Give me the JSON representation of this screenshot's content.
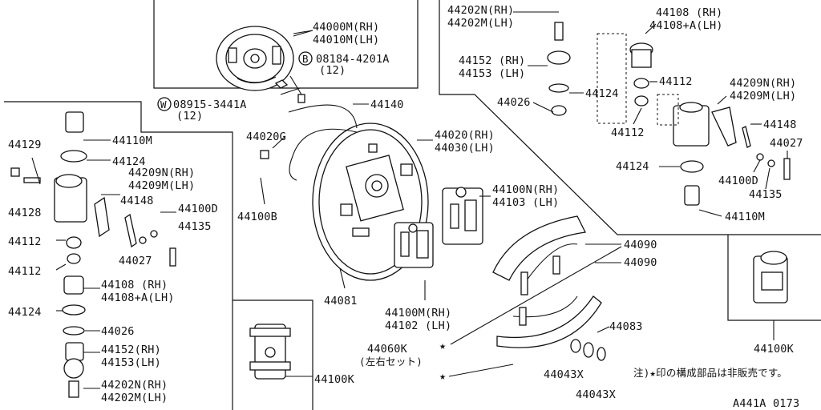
{
  "labels": {
    "p44000M": "44000M(RH)",
    "p44010M": "44010M(LH)",
    "p08184": "08184-4201A",
    "q12a": "(12)",
    "p08915": "08915-3441A",
    "q12b": "(12)",
    "circleB": "B",
    "circleW": "W",
    "p44140": "44140",
    "p44020G": "44020G",
    "p44020": "44020(RH)",
    "p44030": "44030(LH)",
    "p44100B": "44100B",
    "p44081": "44081",
    "p44100N": "44100N(RH)",
    "p44103": "44103 (LH)",
    "p44100M": "44100M(RH)",
    "p44102": "44102 (LH)",
    "p44090a": "44090",
    "p44090b": "44090",
    "p44083": "44083",
    "p44043a": "44043X",
    "p44043b": "44043X",
    "p44060K": "44060K",
    "kit_note": "(左右セット)",
    "star_a": "★",
    "star_b": "★",
    "footnote": "注)★印の構成部品は非販売です。",
    "p44100K_left": "44100K",
    "p44100K_right": "44100K",
    "diagram_code": "A441A 0173",
    "L44129": "44129",
    "L44128": "44128",
    "L44110M": "44110M",
    "L44124a": "44124",
    "L44209N": "44209N(RH)",
    "L44209M": "44209M(LH)",
    "L44148": "44148",
    "L44100D": "44100D",
    "L44135": "44135",
    "L44027": "44027",
    "L44112a": "44112",
    "L44112b": "44112",
    "L44108": "44108  (RH)",
    "L44108A": "44108+A(LH)",
    "L44124b": "44124",
    "L44026": "44026",
    "L44152": "44152(RH)",
    "L44153": "44153(LH)",
    "L44202N": "44202N(RH)",
    "L44202M": "44202M(LH)",
    "R44202N": "44202N(RH)",
    "R44202M": "44202M(LH)",
    "R44152": "44152 (RH)",
    "R44153": "44153 (LH)",
    "R44124a": "44124",
    "R44026": "44026",
    "R44108": "44108  (RH)",
    "R44108A": "44108+A(LH)",
    "R44112a": "44112",
    "R44112b": "44112",
    "R44209N": "44209N(RH)",
    "R44209M": "44209M(LH)",
    "R44148": "44148",
    "R44027": "44027",
    "R44124b": "44124",
    "R44100D": "44100D",
    "R44135": "44135",
    "R44110M": "44110M"
  }
}
